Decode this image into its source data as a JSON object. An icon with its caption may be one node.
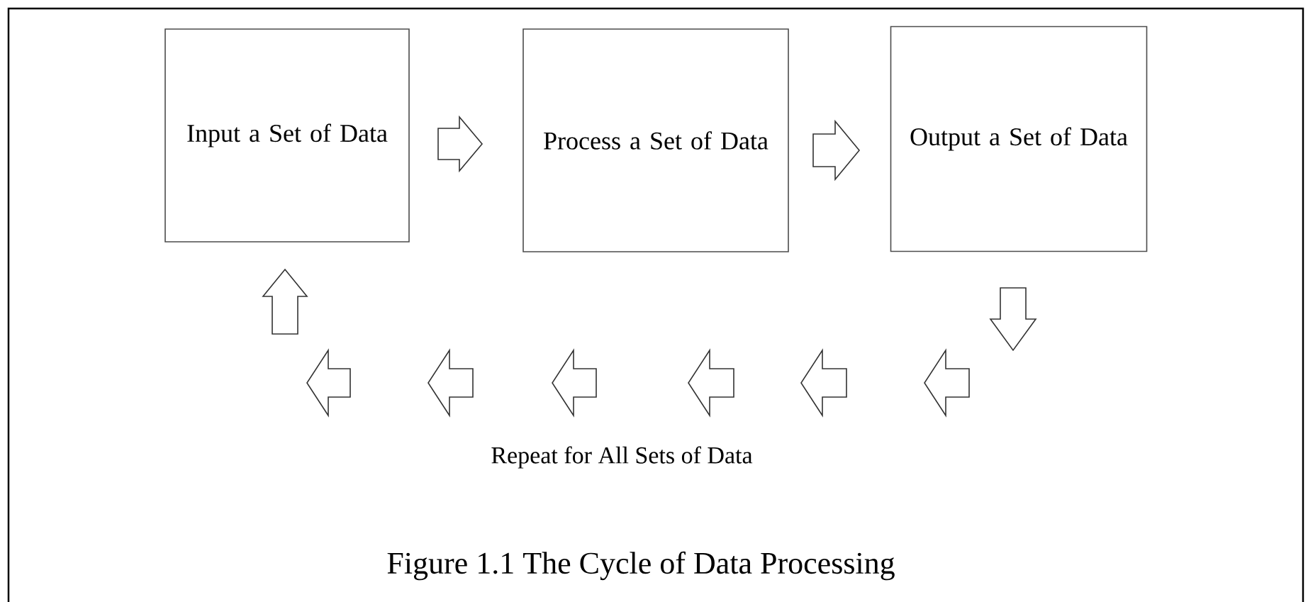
{
  "diagram": {
    "caption": "Figure 1.1 The Cycle of Data Processing",
    "nodes": [
      {
        "text": [
          "Input a Set of Data"
        ]
      },
      {
        "text": [
          "Process a Set of Data"
        ]
      },
      {
        "text": [
          "Output a Set of Data"
        ]
      }
    ],
    "edges": [
      {
        "from": 0,
        "to": 1,
        "arrow": "to"
      },
      {
        "from": 1,
        "to": 2,
        "arrow": "to"
      },
      {
        "from": 2,
        "to": null,
        "arrow": "to"
      },
      {
        "from": null,
        "to": 0,
        "arrow": "to"
      }
    ],
    "labels": [
      "Repeat for All Sets of Data"
    ]
  }
}
